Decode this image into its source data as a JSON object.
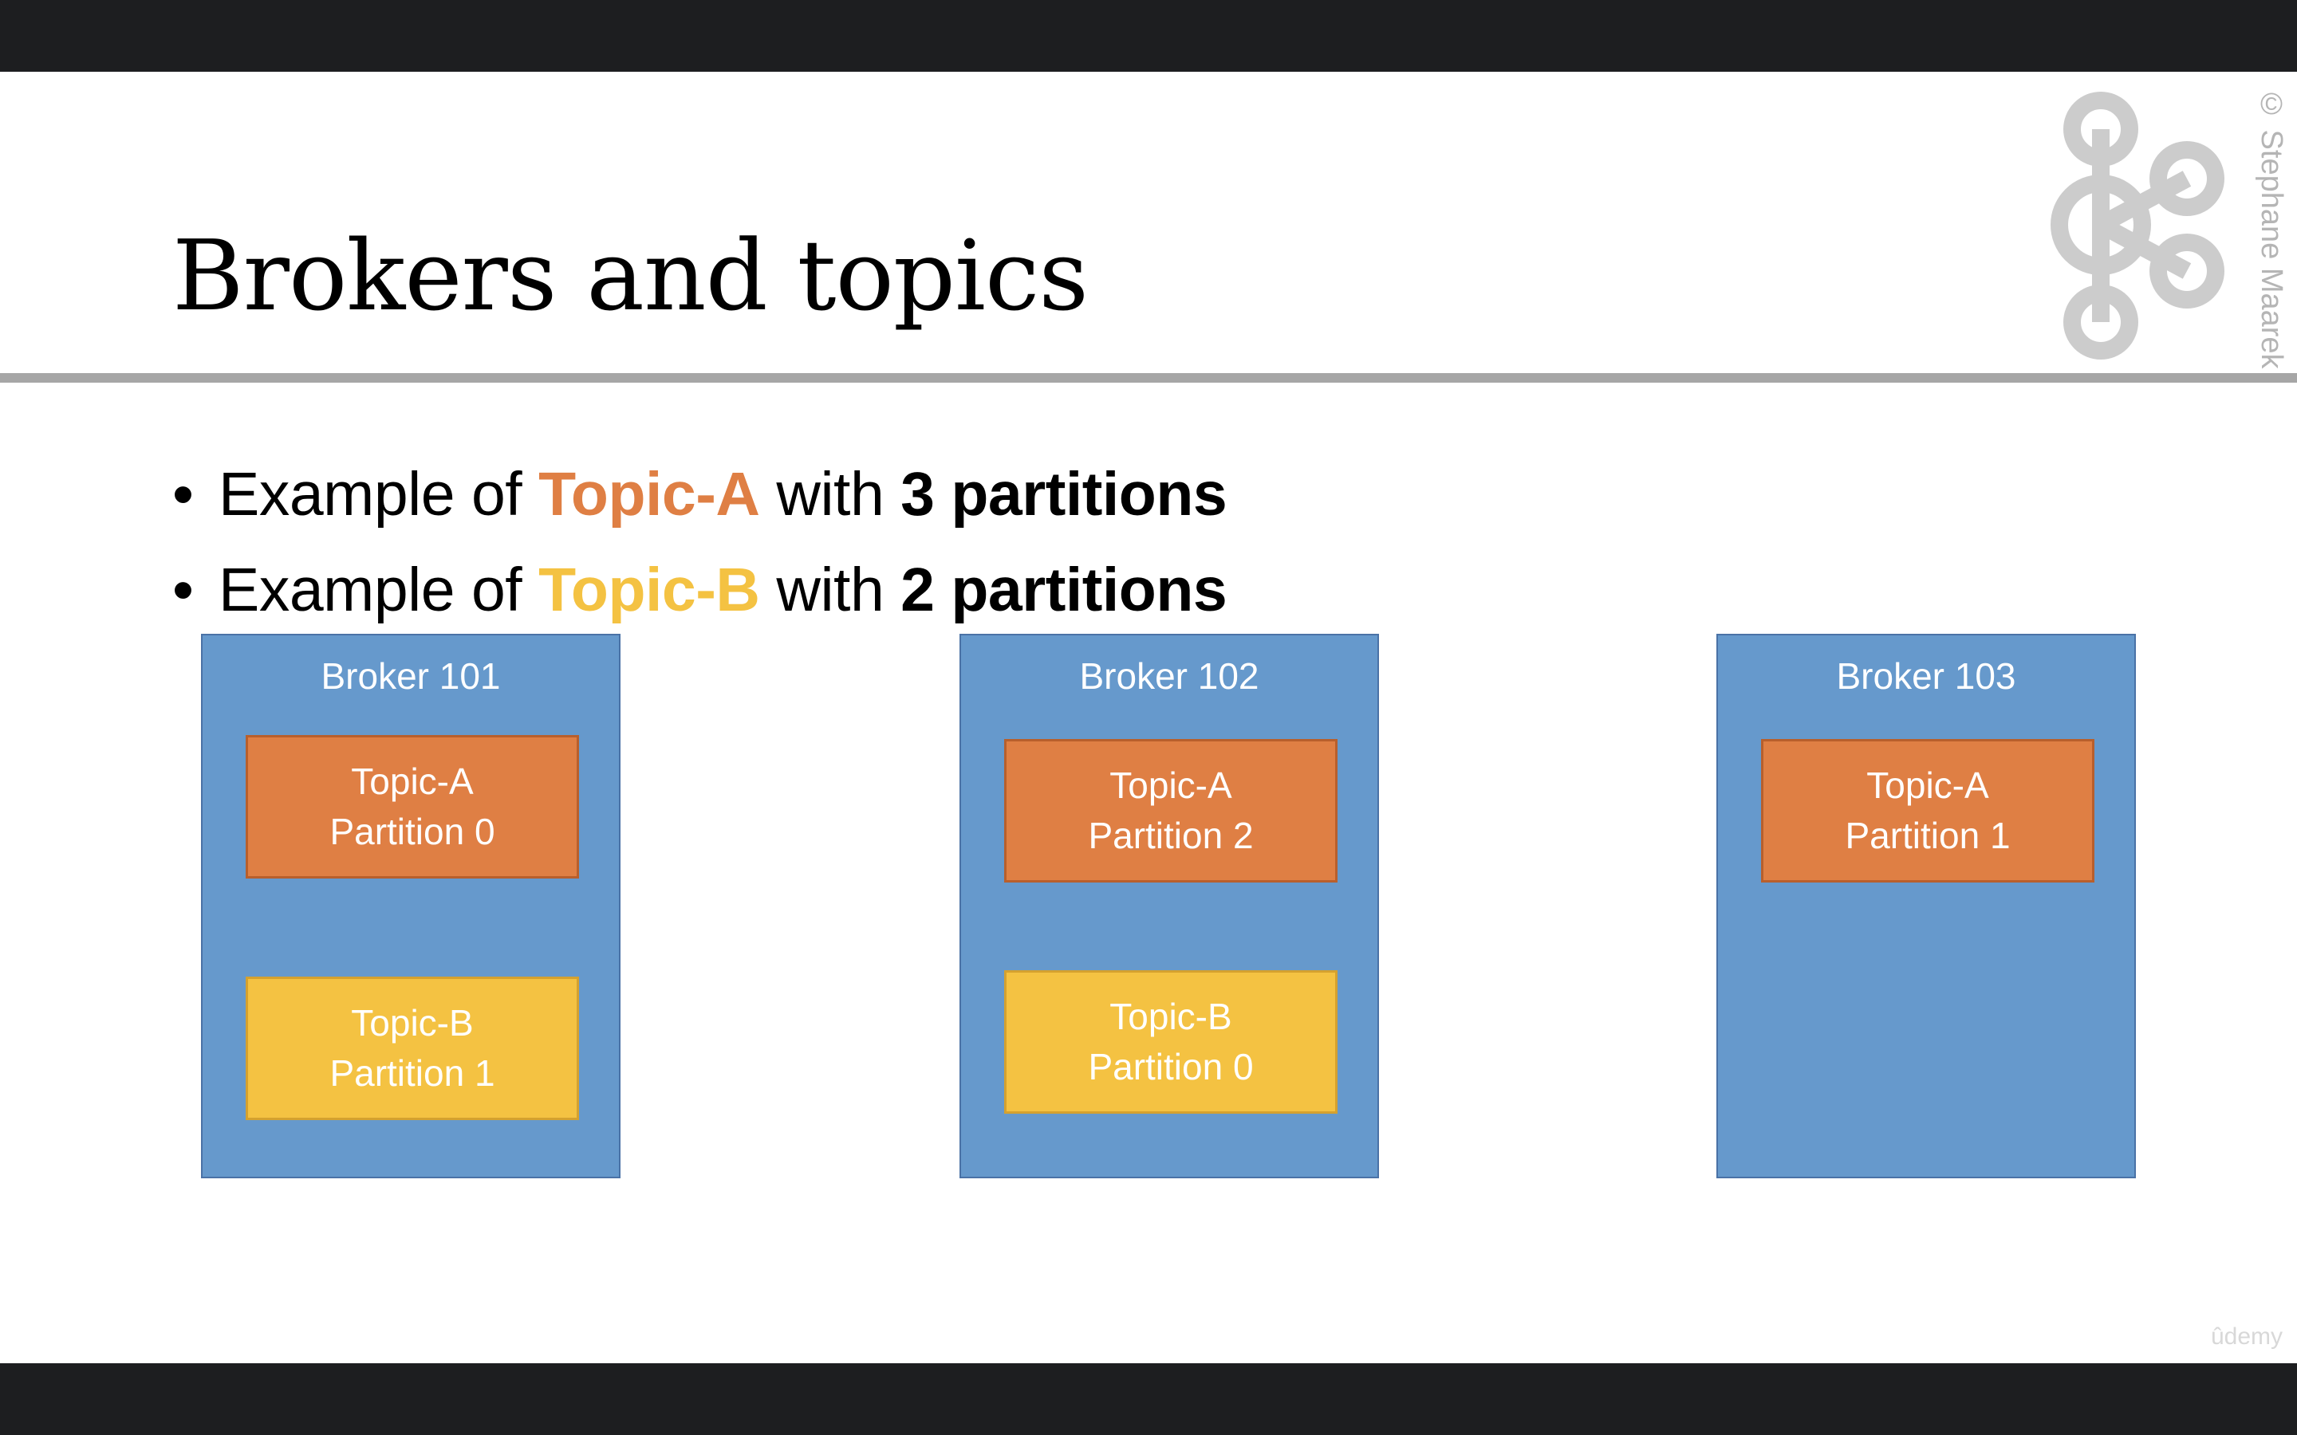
{
  "slide": {
    "title": "Brokers and topics",
    "copyright": "© Stephane Maarek",
    "watermark": "ûdemy",
    "logo_icon": "kafka-logo-icon",
    "bullets": [
      {
        "bullet_char": "•",
        "prefix": "Example of ",
        "topic": "Topic-A",
        "topic_color": "#df7f44",
        "middle": " with ",
        "emphasis": "3 partitions"
      },
      {
        "bullet_char": "•",
        "prefix": "Example of ",
        "topic": "Topic-B",
        "topic_color": "#f4c242",
        "middle": " with ",
        "emphasis": "2 partitions"
      }
    ]
  },
  "colors": {
    "broker_fill": "#6699cc",
    "topic_a_fill": "#df7f44",
    "topic_b_fill": "#f4c242",
    "rule": "#a6a6a6"
  },
  "brokers": [
    {
      "label": "Broker 101",
      "partitions": [
        {
          "topic": "Topic-A",
          "partition": "Partition 0"
        },
        {
          "topic": "Topic-B",
          "partition": "Partition 1"
        }
      ]
    },
    {
      "label": "Broker 102",
      "partitions": [
        {
          "topic": "Topic-A",
          "partition": "Partition 2"
        },
        {
          "topic": "Topic-B",
          "partition": "Partition 0"
        }
      ]
    },
    {
      "label": "Broker 103",
      "partitions": [
        {
          "topic": "Topic-A",
          "partition": "Partition 1"
        }
      ]
    }
  ]
}
